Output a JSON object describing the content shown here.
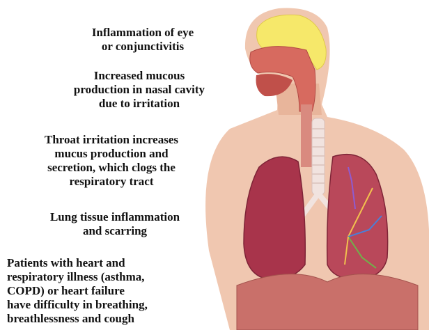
{
  "captions": {
    "eye": "Inflammation of eye\nor conjunctivitis",
    "nasal": "Increased mucous\nproduction in nasal cavity\ndue to irritation",
    "throat": "Throat irritation increases\nmucus production and\nsecretion, which clogs the\nrespiratory tract",
    "lung": "Lung tissue inflammation\nand scarring",
    "heart": "Patients with heart and\nrespiratory  illness (asthma,\nCOPD) or heart failure\nhave difficulty in breathing,\nbreathlessness and cough"
  },
  "colors": {
    "skin": "#f0c7b0",
    "sinus": "#f6e86a",
    "airway": "#d76a5f",
    "lung_left": "#a8344b",
    "lung_right": "#b9485a",
    "trachea": "#f1e3df",
    "muscle": "#c9706a"
  }
}
